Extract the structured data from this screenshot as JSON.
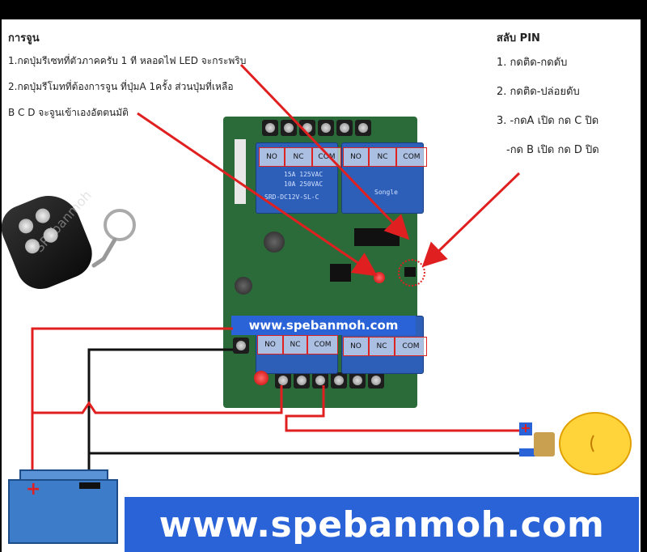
{
  "instructions": {
    "title": "การจูน",
    "line1": "1.กดปุ่มรีเซทที่ตัวภาคครับ 1 ที หลอดไฟ LED จะกระพริบ",
    "line2": "2.กดปุ่มรีโมทที่ต้องการจูน ที่ปุ่มA 1ครั้ง ส่วนปุ่มที่เหลือ",
    "line3": "B C D จะจูนเข้าเองอัตตนมัติ"
  },
  "pin_modes": {
    "title": "สลับ PIN",
    "mode1": "1. กดติด-กดดับ",
    "mode2": "2. กดติด-ปล่อยดับ",
    "mode3": "3. -กดA เปิด กด C ปิด",
    "mode3b": "-กด B เปิด กด D ปิด"
  },
  "relay_pins": {
    "top_left": [
      "NO",
      "NC",
      "COM"
    ],
    "top_right": [
      "NO",
      "NC",
      "COM"
    ],
    "bottom_left": [
      "NO",
      "NC",
      "COM"
    ],
    "bottom_right": [
      "NO",
      "NC",
      "COM"
    ]
  },
  "relay_text": {
    "r1a": "15A 125VAC",
    "r1b": "10A 250VAC",
    "r1c": "SRD-DC12V-SL-C",
    "r2a": "Songle"
  },
  "board_watermark": "www.spebanmoh.com",
  "banner_text": "www.spebanmoh.com",
  "remote_watermark": "SPEbanmoh",
  "colors": {
    "wire_positive": "#e02020",
    "wire_negative": "#111111",
    "pcb": "#2b6b3a",
    "relay": "#2d5fb8",
    "banner": "#2a62d8",
    "battery": "#3d7cc9"
  }
}
